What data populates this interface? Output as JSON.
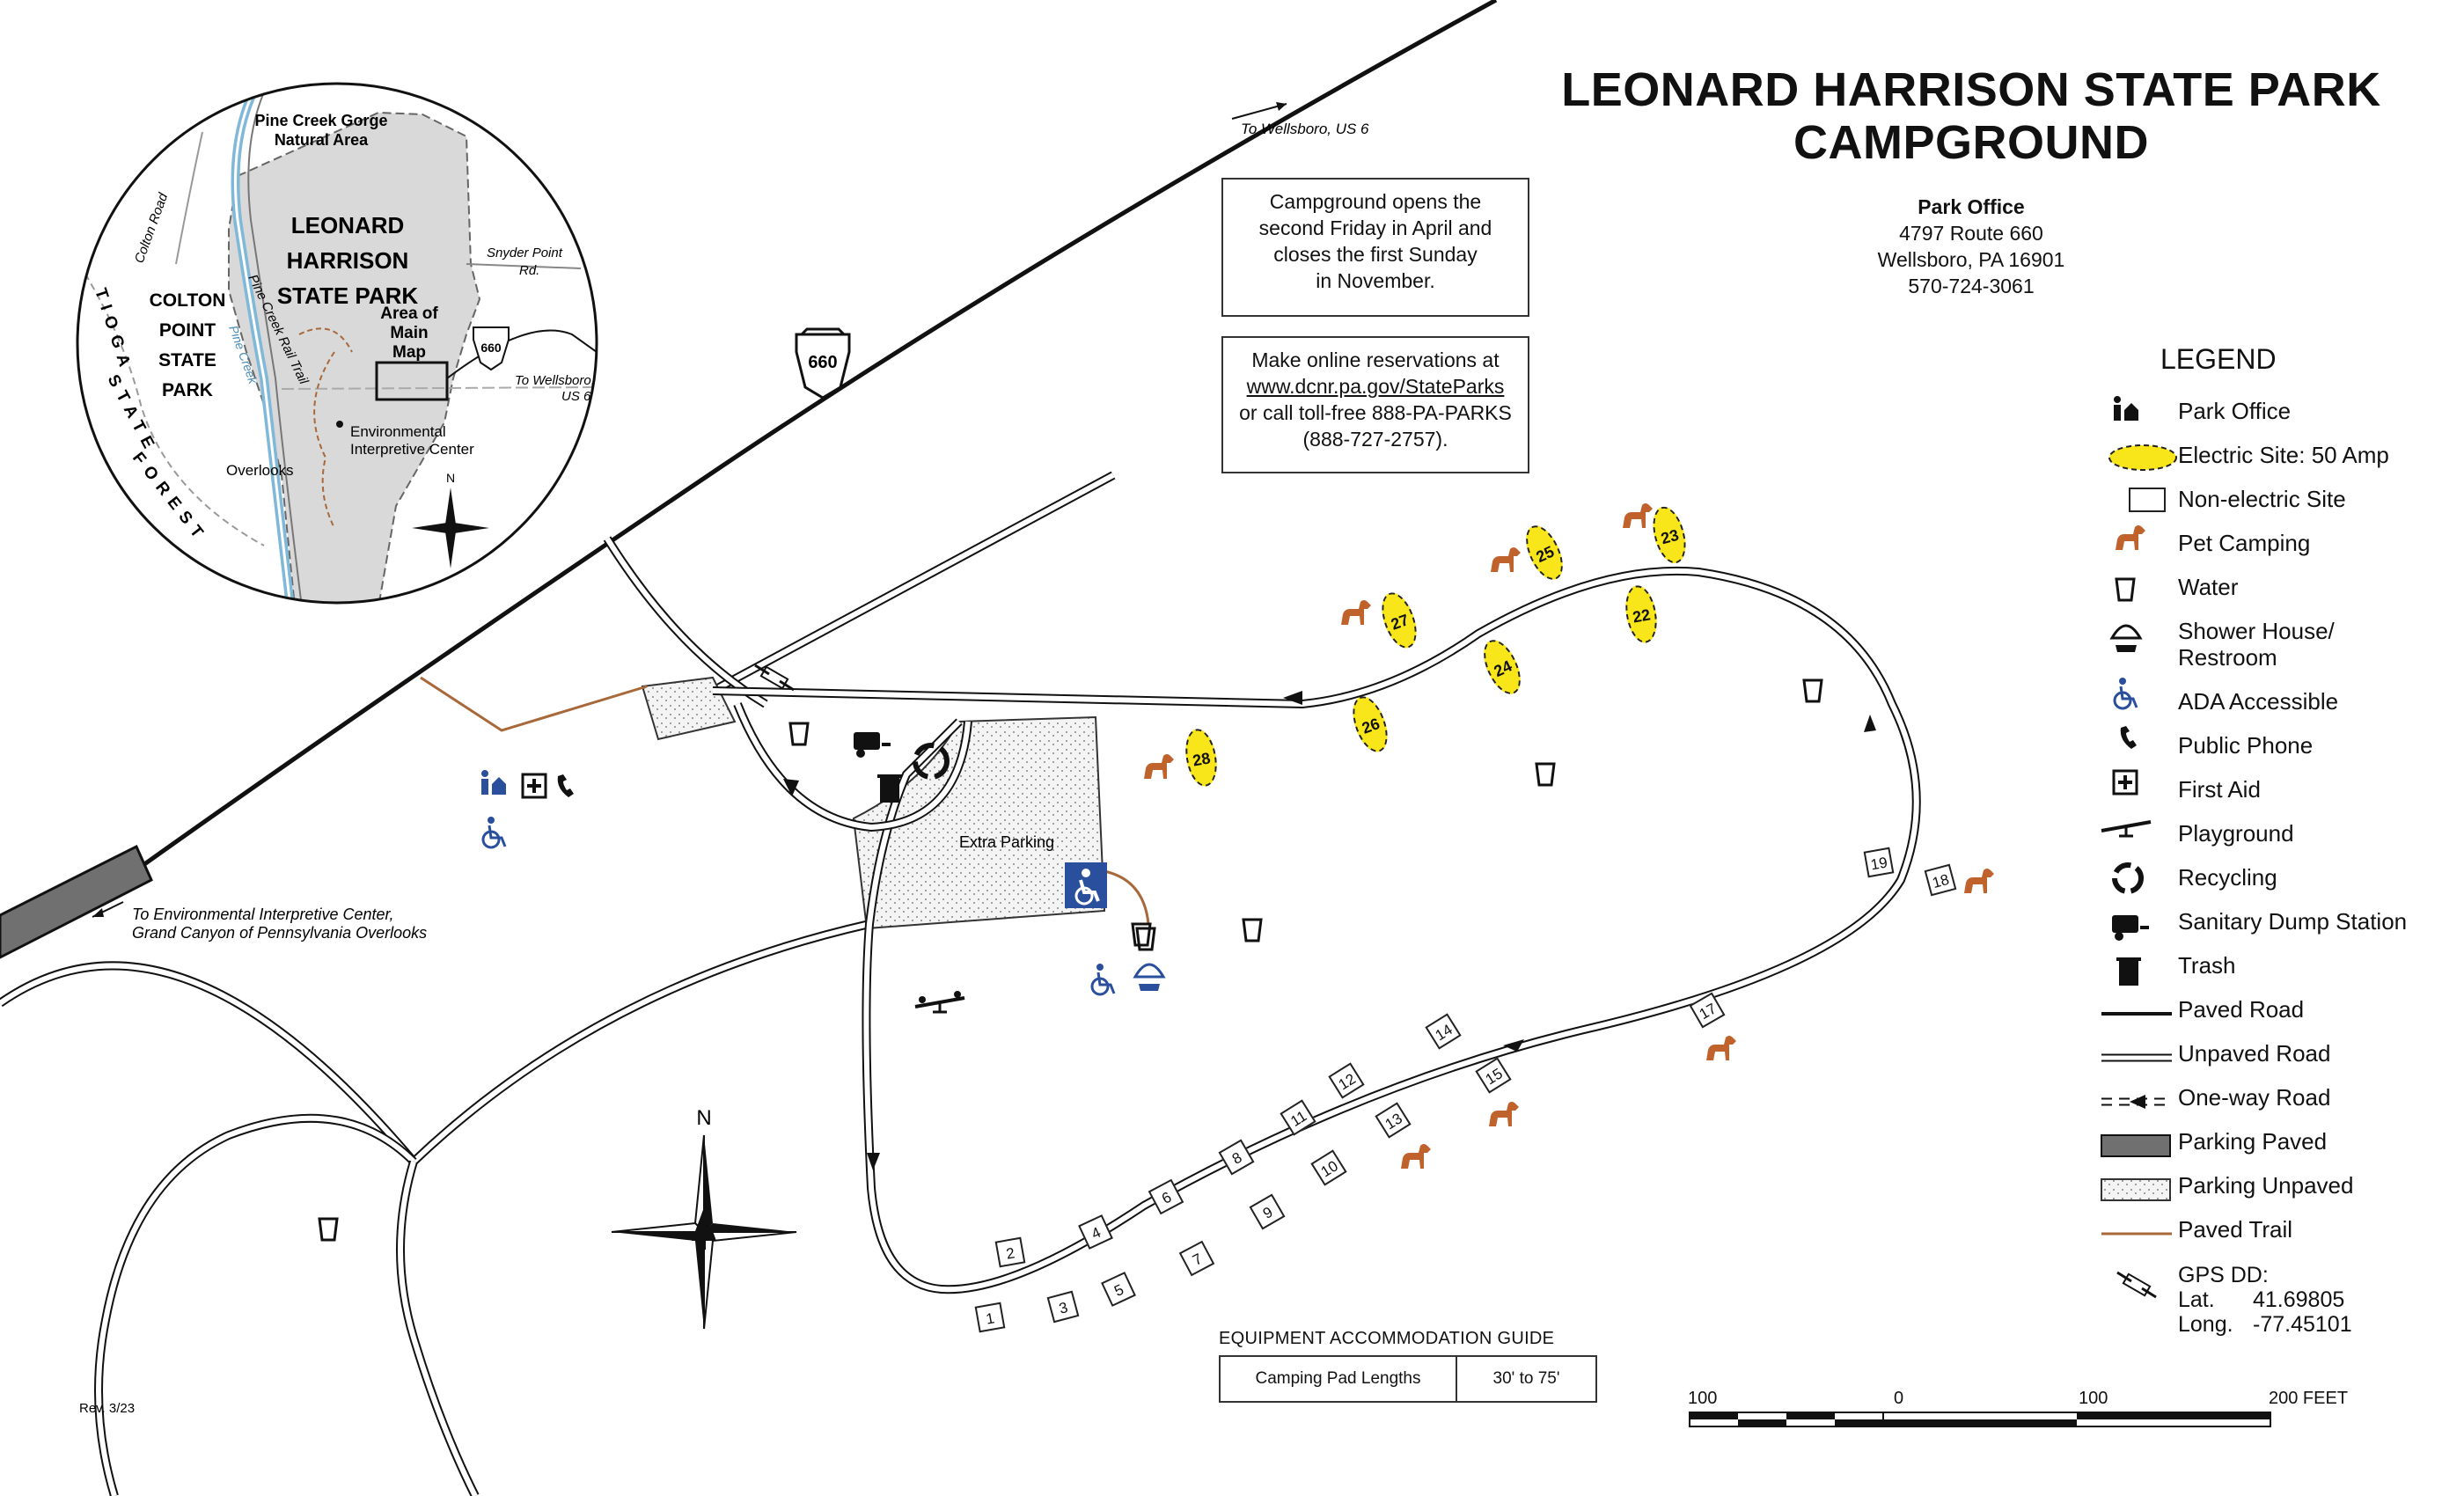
{
  "title_line1": "LEONARD HARRISON STATE PARK",
  "title_line2": "CAMPGROUND",
  "park_office": {
    "heading": "Park Office",
    "address1": "4797 Route 660",
    "address2": "Wellsboro, PA 16901",
    "phone": "570-724-3061"
  },
  "info_box_1": [
    "Campground opens the",
    "second Friday in April and",
    "closes the first Sunday",
    "in November."
  ],
  "info_box_2": [
    "Make online reservations at",
    "www.dcnr.pa.gov/StateParks",
    "or call toll-free 888-PA-PARKS",
    "(888-727-2757)."
  ],
  "labels": {
    "to_wellsboro": "To Wellsboro, US 6",
    "route_660": "660",
    "to_eic_1": "To Environmental Interpretive Center,",
    "to_eic_2": "Grand Canyon of Pennsylvania Overlooks",
    "extra_parking": "Extra Parking",
    "north": "N",
    "revision": "Rev. 3/23"
  },
  "inset": {
    "pine_creek_gorge": "Pine Creek Gorge",
    "natural_area": "Natural Area",
    "leonard": "LEONARD",
    "harrison": "HARRISON",
    "state_park": "STATE PARK",
    "colton": "COLTON",
    "point": "POINT",
    "state": "STATE",
    "park": "PARK",
    "tioga": "TIOGA",
    "state_word": "STATE",
    "forest": "FOREST",
    "area_of": "Area of",
    "main": "Main",
    "map": "Map",
    "env1": "Environmental",
    "env2": "Interpretive Center",
    "overlooks": "Overlooks",
    "colton_road": "Colton Road",
    "pine_creek_rail_trail": "Pine Creek Rail Trail",
    "pine_creek": "Pine Creek",
    "snyder_point": "Snyder Point",
    "rd": "Rd.",
    "to_wellsboro": "To Wellsboro,",
    "us6": "US 6",
    "route": "660",
    "north": "N"
  },
  "legend": {
    "title": "LEGEND",
    "items": [
      {
        "label": "Park Office",
        "icon": "park-office-icon"
      },
      {
        "label": "Electric Site: 50 Amp",
        "icon": "electric-site-icon"
      },
      {
        "label": "Non-electric Site",
        "icon": "non-electric-site-icon"
      },
      {
        "label": "Pet Camping",
        "icon": "dog-icon"
      },
      {
        "label": "Water",
        "icon": "water-icon"
      },
      {
        "label": "Shower House/",
        "label2": "Restroom",
        "icon": "shower-icon"
      },
      {
        "label": "ADA Accessible",
        "icon": "wheelchair-icon"
      },
      {
        "label": "Public Phone",
        "icon": "phone-icon"
      },
      {
        "label": "First Aid",
        "icon": "first-aid-icon"
      },
      {
        "label": "Playground",
        "icon": "playground-icon"
      },
      {
        "label": "Recycling",
        "icon": "recycling-icon"
      },
      {
        "label": "Sanitary Dump Station",
        "icon": "dump-station-icon"
      },
      {
        "label": "Trash",
        "icon": "trash-icon"
      },
      {
        "label": "Paved Road",
        "icon": "paved-road-icon"
      },
      {
        "label": "Unpaved Road",
        "icon": "unpaved-road-icon"
      },
      {
        "label": "One-way Road",
        "icon": "one-way-road-icon"
      },
      {
        "label": "Parking Paved",
        "icon": "parking-paved-icon"
      },
      {
        "label": "Parking Unpaved",
        "icon": "parking-unpaved-icon"
      },
      {
        "label": "Paved Trail",
        "icon": "paved-trail-icon"
      }
    ]
  },
  "gps": {
    "heading": "GPS DD:",
    "lat_label": "Lat.",
    "lat": "41.69805",
    "long_label": "Long.",
    "long": "-77.45101",
    "icon": "satellite-icon"
  },
  "non_electric_sites": [
    "1",
    "2",
    "3",
    "4",
    "5",
    "6",
    "7",
    "8",
    "9",
    "10",
    "11",
    "12",
    "13",
    "14",
    "15",
    "17",
    "18",
    "19"
  ],
  "electric_sites": [
    "22",
    "23",
    "24",
    "25",
    "26",
    "27",
    "28"
  ],
  "equipment": {
    "title": "EQUIPMENT ACCOMMODATION GUIDE",
    "label": "Camping Pad Lengths",
    "value": "30' to 75'"
  },
  "scale": {
    "labels": [
      "100",
      "0",
      "100",
      "200 FEET"
    ]
  },
  "colors": {
    "electric": "#f8e51a",
    "pet": "#c0622b",
    "ada": "#2a4f9c",
    "trail": "#a8683a",
    "park_fill": "#d9d9d9",
    "creek": "#7fb8d8"
  }
}
